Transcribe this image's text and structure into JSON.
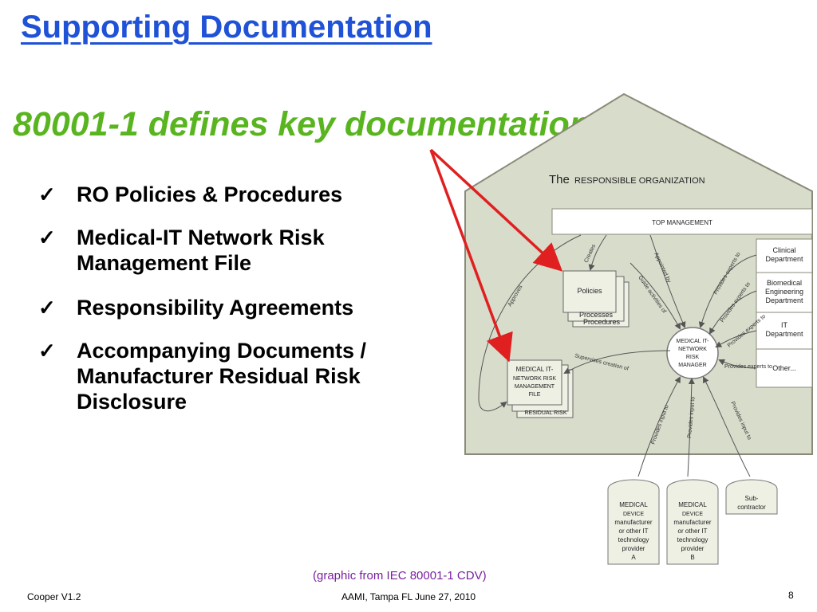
{
  "slide": {
    "title": "Supporting Documentation",
    "subtitle": "80001-1 defines key documentation:",
    "bullets": [
      {
        "line1": "RO Policies & Procedures",
        "line2": "",
        "line3": ""
      },
      {
        "line1": "Medical-IT Network Risk",
        "line2": "Management File",
        "line3": ""
      },
      {
        "line1": "Responsibility Agreements",
        "line2": "",
        "line3": ""
      },
      {
        "line1": "Accompanying Documents /",
        "line2": "Manufacturer Residual Risk",
        "line3": "Disclosure"
      }
    ],
    "caption": "(graphic from IEC 80001-1 CDV)",
    "footer_left": "Cooper  V1.2",
    "footer_center": "AAMI, Tampa FL June 27, 2010",
    "page_number": "8"
  },
  "diagram": {
    "house_title_prefix": "The",
    "house_title": "RESPONSIBLE ORGANIZATION",
    "top_management": "TOP MANAGEMENT",
    "policies": "Policies",
    "processes": "Processes",
    "procedures": "Procedures",
    "risk_file_lines": [
      "MEDICAL IT-",
      "NETWORK RISK",
      "MANAGEMENT",
      "FILE"
    ],
    "residual_risk": "RESIDUAL RISK",
    "risk_manager_lines": [
      "MEDICAL IT-",
      "NETWORK",
      "RISK",
      "MANAGER"
    ],
    "departments": [
      {
        "lines": [
          "Clinical",
          "Department"
        ]
      },
      {
        "lines": [
          "Biomedical",
          "Engineering",
          "Department"
        ]
      },
      {
        "lines": [
          "IT",
          "Department"
        ]
      },
      {
        "lines": [
          "Other..."
        ]
      }
    ],
    "arrow_labels": {
      "creates": "Creates",
      "approves": "Approves",
      "appointed_by": "Appointed by",
      "guide_activities": "Guide activities of",
      "provides_experts_1": "Provides experts to",
      "provides_experts_2": "Provides experts to",
      "provides_experts_3": "Provides experts to",
      "provides_experts_4": "Provides experts to",
      "supervises": "Supervises creation of",
      "provides_input_1": "Provides input to",
      "provides_input_2": "Provides input to",
      "provides_input_3": "Provides input to"
    },
    "providers": [
      {
        "lines": [
          "MEDICAL",
          "DEVICE",
          "manufacturer",
          "or other IT",
          "technology",
          "provider",
          "A"
        ]
      },
      {
        "lines": [
          "MEDICAL",
          "DEVICE",
          "manufacturer",
          "or other IT",
          "technology",
          "provider",
          "B"
        ]
      },
      {
        "lines": [
          "Sub-",
          "contractor"
        ]
      }
    ],
    "colors": {
      "house_fill": "#d8dccb",
      "house_stroke": "#8a8a78",
      "box_fill": "#eef0e4",
      "arrow_red": "#e02020"
    }
  }
}
